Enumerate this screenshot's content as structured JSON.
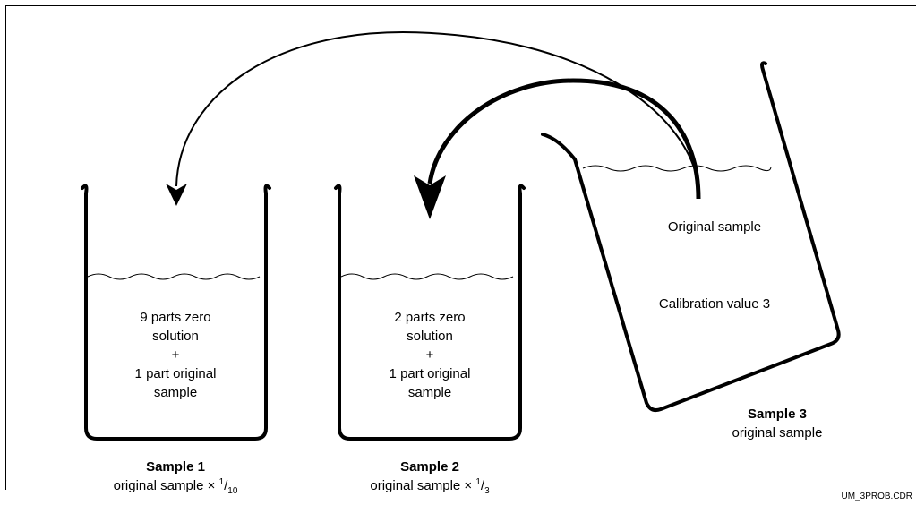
{
  "beakers": [
    {
      "name": "Sample 1",
      "contents": [
        "9 parts zero",
        "solution",
        "+",
        "1 part original",
        "sample"
      ],
      "formula_prefix": "original sample ×",
      "fraction_num": "1",
      "fraction_den": "10"
    },
    {
      "name": "Sample 2",
      "contents": [
        "2 parts zero",
        "solution",
        "+",
        "1 part original",
        "sample"
      ],
      "formula_prefix": "original sample ×",
      "fraction_num": "1",
      "fraction_den": "3"
    },
    {
      "name": "Sample 3",
      "contents_top": "Original sample",
      "contents_bottom": "Calibration value 3",
      "subtitle": "original sample"
    }
  ],
  "figure_id": "UM_3PROB.CDR"
}
